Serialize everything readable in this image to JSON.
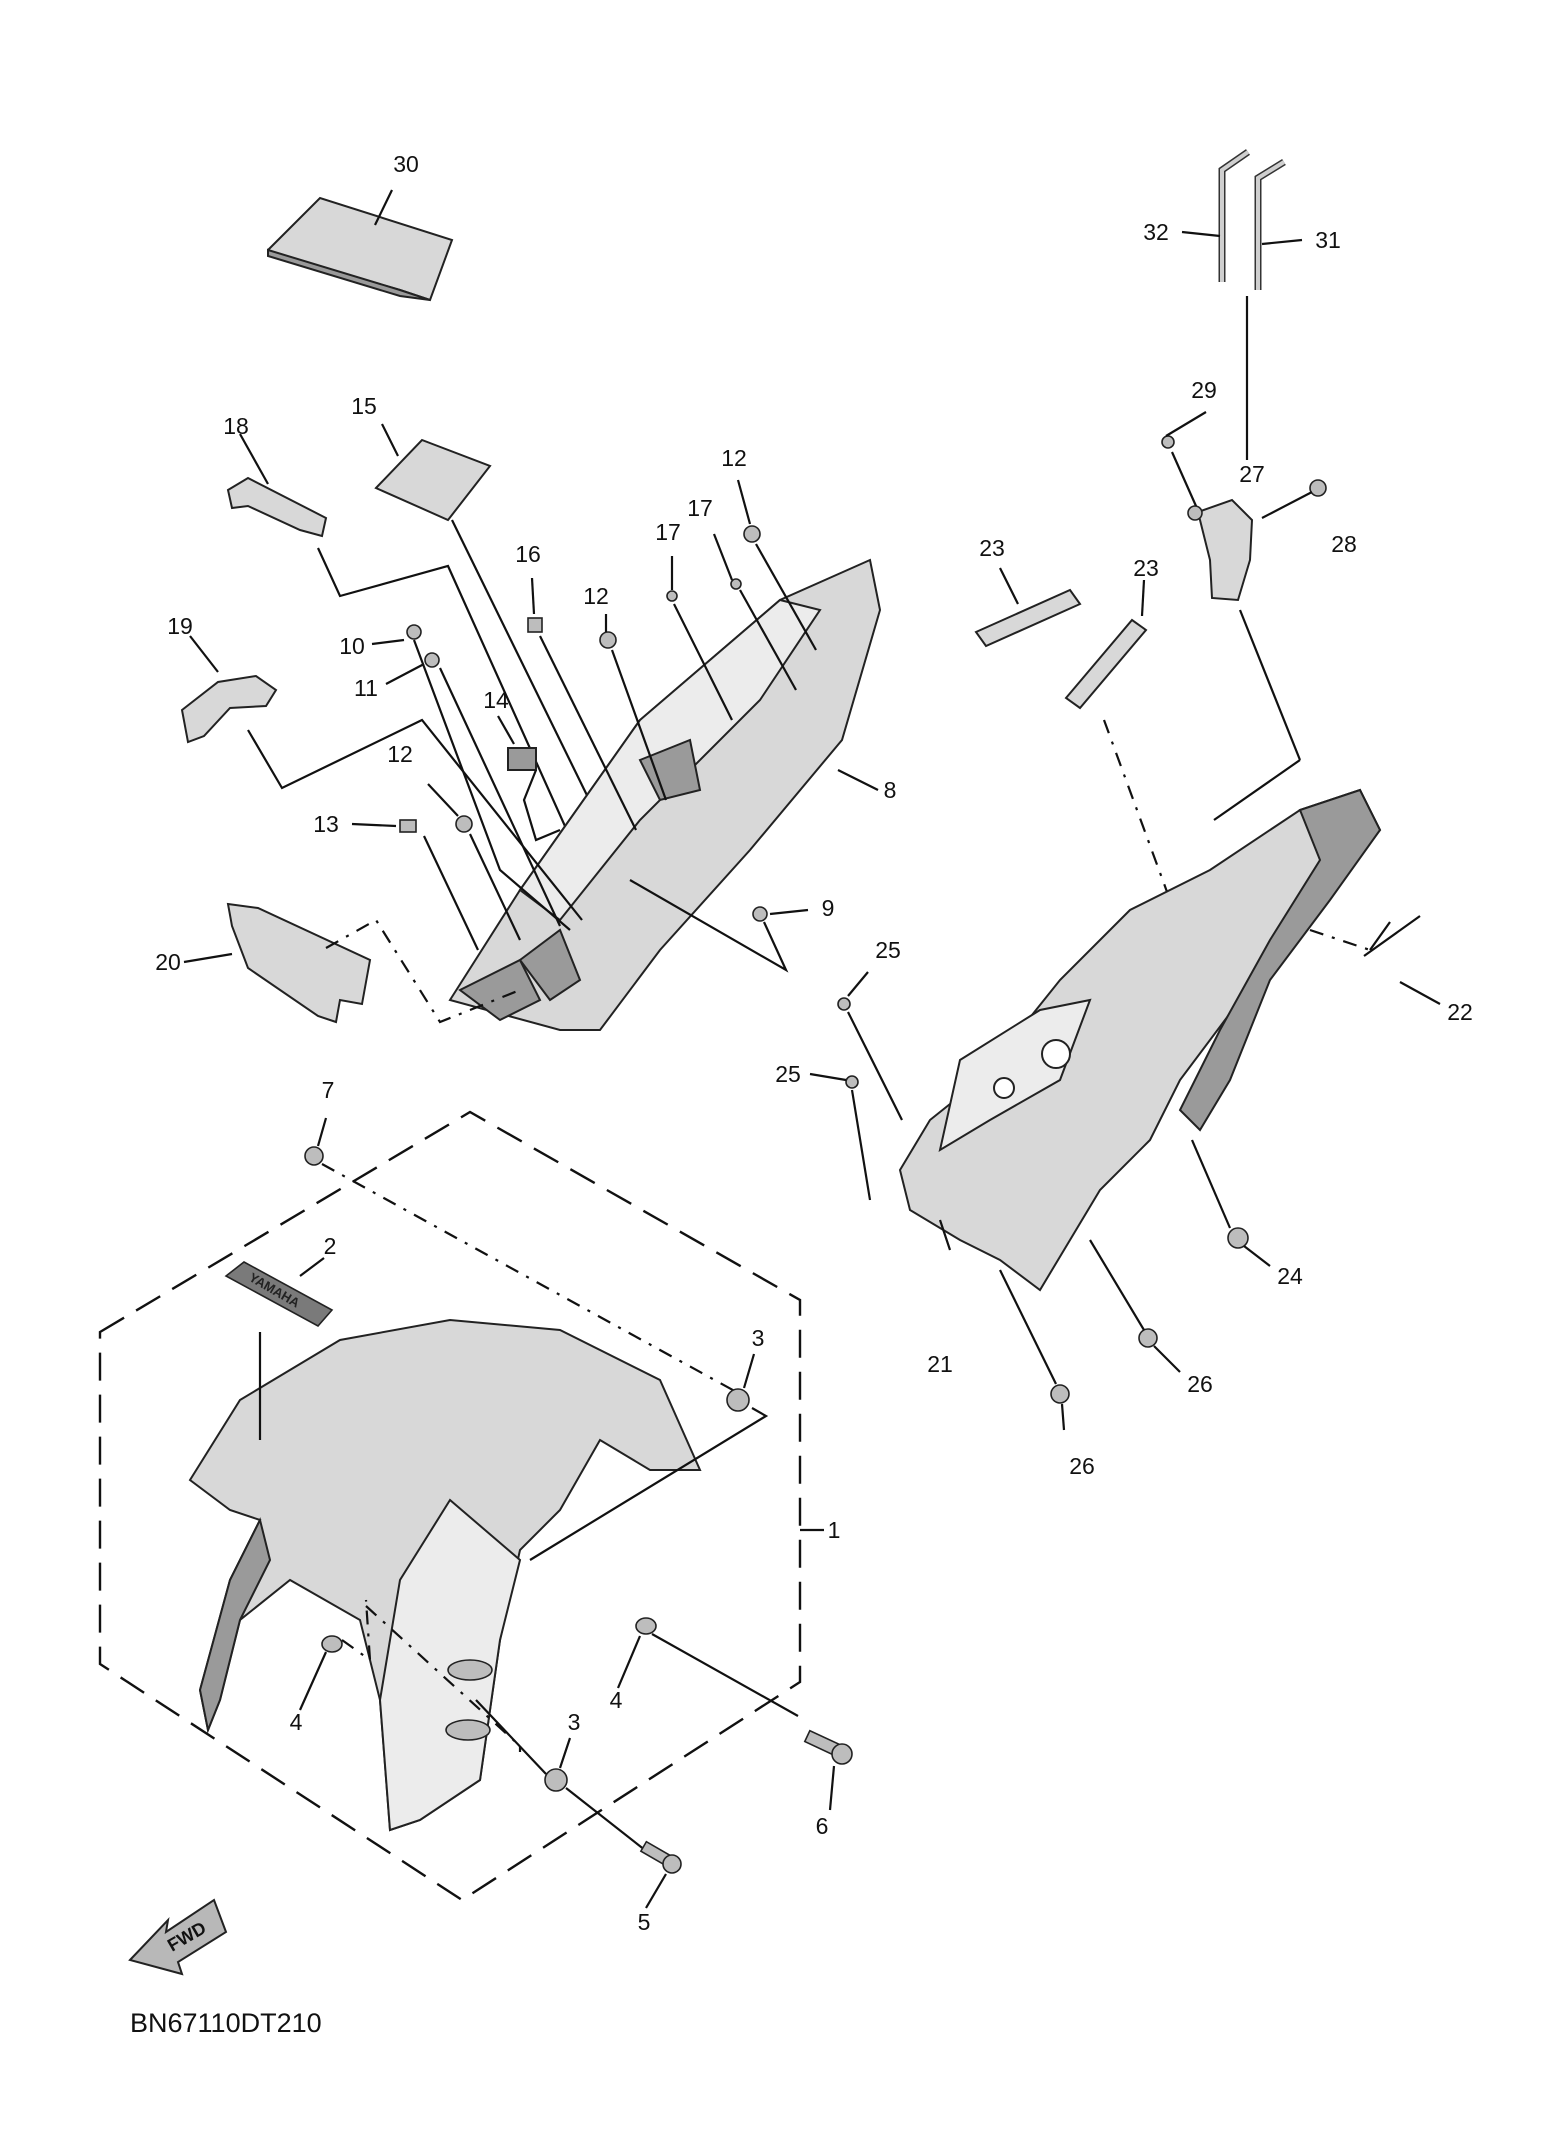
{
  "diagram_code": "BN67110DT210",
  "fwd_label": "FWD",
  "emblem_text": "YAMAHA",
  "callouts": [
    {
      "id": "c30",
      "text": "30"
    },
    {
      "id": "c32",
      "text": "32"
    },
    {
      "id": "c31",
      "text": "31"
    },
    {
      "id": "c29",
      "text": "29"
    },
    {
      "id": "c27",
      "text": "27"
    },
    {
      "id": "c28",
      "text": "28"
    },
    {
      "id": "c18",
      "text": "18"
    },
    {
      "id": "c15",
      "text": "15"
    },
    {
      "id": "c12a",
      "text": "12"
    },
    {
      "id": "c17a",
      "text": "17"
    },
    {
      "id": "c17b",
      "text": "17"
    },
    {
      "id": "c16",
      "text": "16"
    },
    {
      "id": "c12b",
      "text": "12"
    },
    {
      "id": "c23a",
      "text": "23"
    },
    {
      "id": "c23b",
      "text": "23"
    },
    {
      "id": "c19",
      "text": "19"
    },
    {
      "id": "c10",
      "text": "10"
    },
    {
      "id": "c11",
      "text": "11"
    },
    {
      "id": "c14",
      "text": "14"
    },
    {
      "id": "c8",
      "text": "8"
    },
    {
      "id": "c12c",
      "text": "12"
    },
    {
      "id": "c13",
      "text": "13"
    },
    {
      "id": "c9",
      "text": "9"
    },
    {
      "id": "c25a",
      "text": "25"
    },
    {
      "id": "c20",
      "text": "20"
    },
    {
      "id": "c22",
      "text": "22"
    },
    {
      "id": "c25b",
      "text": "25"
    },
    {
      "id": "c7",
      "text": "7"
    },
    {
      "id": "c2",
      "text": "2"
    },
    {
      "id": "c24",
      "text": "24"
    },
    {
      "id": "c3a",
      "text": "3"
    },
    {
      "id": "c21",
      "text": "21"
    },
    {
      "id": "c26a",
      "text": "26"
    },
    {
      "id": "c26b",
      "text": "26"
    },
    {
      "id": "c1",
      "text": "1"
    },
    {
      "id": "c4a",
      "text": "4"
    },
    {
      "id": "c4b",
      "text": "4"
    },
    {
      "id": "c3b",
      "text": "3"
    },
    {
      "id": "c6",
      "text": "6"
    },
    {
      "id": "c5",
      "text": "5"
    }
  ]
}
